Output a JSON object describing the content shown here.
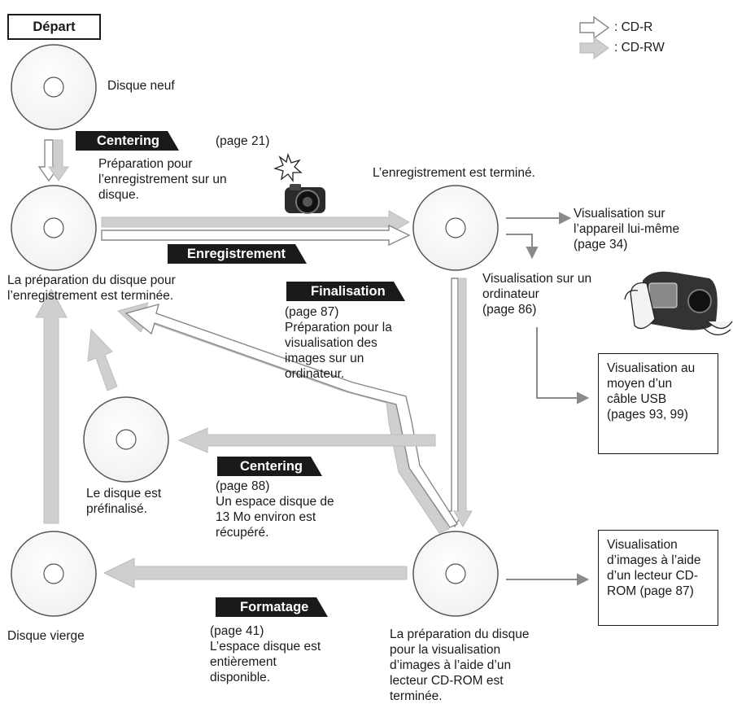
{
  "start_label": "Départ",
  "legend": {
    "cd_r": ": CD-R",
    "cd_rw": ": CD-RW"
  },
  "states": {
    "new_disc": "Disque neuf",
    "prepared": [
      "La préparation du disque pour",
      "l’enregistrement est terminée."
    ],
    "recorded": "L’enregistrement est terminé.",
    "prefinalized": [
      "Le disque est",
      "préfinalisé."
    ],
    "blank": "Disque vierge",
    "cdrom_ready": [
      "La préparation du disque",
      "pour la visualisation",
      "d’images à l’aide d’un",
      "lecteur CD-ROM est",
      "terminée."
    ]
  },
  "steps": {
    "centering1": {
      "label": "Centering",
      "page": "(page 21)",
      "desc": [
        "Préparation pour",
        "l’enregistrement sur un",
        "disque."
      ]
    },
    "recording": {
      "label": "Enregistrement"
    },
    "finalisation": {
      "label": "Finalisation",
      "desc": [
        "(page 87)",
        "Préparation pour la",
        "visualisation des",
        "images sur un",
        "ordinateur."
      ]
    },
    "centering2": {
      "label": "Centering",
      "desc": [
        "(page 88)",
        "Un espace disque de",
        "13 Mo environ est",
        "récupéré."
      ]
    },
    "formatage": {
      "label": "Formatage",
      "desc": [
        "(page 41)",
        "L’espace disque est",
        "entièrement",
        "disponible."
      ]
    }
  },
  "viewing": {
    "camera": [
      "Visualisation sur",
      "l’appareil lui-même",
      "(page 34)"
    ],
    "computer": [
      "Visualisation sur un",
      "ordinateur",
      "(page 86)"
    ],
    "usb": [
      "Visualisation au",
      "moyen d’un",
      "câble USB",
      "(pages 93, 99)"
    ],
    "cdrom": [
      "Visualisation",
      "d’images à l’aide",
      "d’un lecteur CD-",
      "ROM (page 87)"
    ]
  },
  "colors": {
    "ink": "#1a1a1a",
    "rw_fill": "#cfcfcf",
    "rw_edge": "#bdbdbd",
    "disc_edge": "#555555",
    "thin_arrow": "#8a8a8a"
  }
}
